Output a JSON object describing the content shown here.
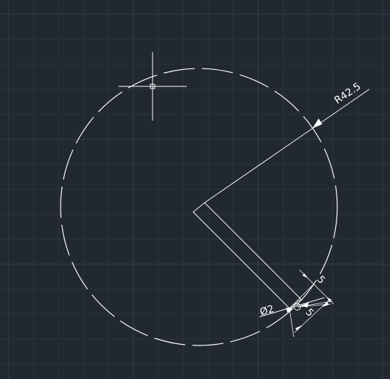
{
  "canvas": {
    "background_color": "#212830",
    "grid_minor_color": "#2b333d",
    "grid_major_color": "#343e4a",
    "geometry_color": "#ffffff"
  },
  "cursor": {
    "icon": "crosshair-cursor-icon"
  },
  "dimensions": {
    "radius_label": "R42.5",
    "diameter_label": "Ø2",
    "offset_label_upper": "5",
    "offset_label_lower": "5"
  }
}
